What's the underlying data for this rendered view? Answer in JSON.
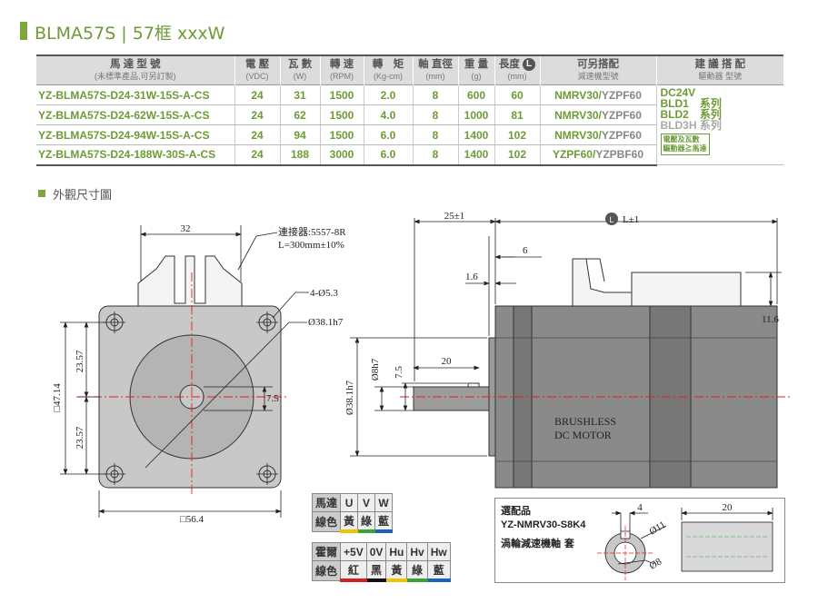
{
  "page": {
    "title": "BLMA57S | 57框 xxxW"
  },
  "spec_table": {
    "headers": [
      {
        "main": "馬 達 型 號",
        "sub": "(未標準產品,可另訂製)"
      },
      {
        "main": "電 壓",
        "sub": "(VDC)"
      },
      {
        "main": "瓦 數",
        "sub": "(W)"
      },
      {
        "main": "轉 速",
        "sub": "(RPM)"
      },
      {
        "main": "轉　矩",
        "sub": "(Kg-cm)"
      },
      {
        "main": "軸 直徑",
        "sub": "(mm)"
      },
      {
        "main": "重 量",
        "sub": "(g)"
      },
      {
        "main": "長度",
        "sub": "(mm)",
        "badge": "L"
      },
      {
        "main": "可另搭配",
        "sub": "減速機型號"
      },
      {
        "main": "建 議 搭 配",
        "sub": "驅動器 型號"
      }
    ],
    "rows": [
      {
        "model": "YZ-BLMA57S-D24-31W-15S-A-CS",
        "voltage": "24",
        "watt": "31",
        "rpm": "1500",
        "torque": "2.0",
        "shaft": "8",
        "weight": "600",
        "length": "60",
        "reducer_a": "NMRV30",
        "reducer_b": "YZPF60"
      },
      {
        "model": "YZ-BLMA57S-D24-62W-15S-A-CS",
        "voltage": "24",
        "watt": "62",
        "rpm": "1500",
        "torque": "4.0",
        "shaft": "8",
        "weight": "1000",
        "length": "81",
        "reducer_a": "NMRV30",
        "reducer_b": "YZPF60"
      },
      {
        "model": "YZ-BLMA57S-D24-94W-15S-A-CS",
        "voltage": "24",
        "watt": "94",
        "rpm": "1500",
        "torque": "6.0",
        "shaft": "8",
        "weight": "1400",
        "length": "102",
        "reducer_a": "NMRV30",
        "reducer_b": "YZPF60"
      },
      {
        "model": "YZ-BLMA57S-D24-188W-30S-A-CS",
        "voltage": "24",
        "watt": "188",
        "rpm": "3000",
        "torque": "6.0",
        "shaft": "8",
        "weight": "1400",
        "length": "102",
        "reducer_a": "YZPF60",
        "reducer_b": "YZPBF60"
      }
    ],
    "recommend": {
      "line1": "DC24V",
      "line2": "BLD1　系列",
      "line3": "BLD2　系列",
      "line4": "BLD3H 系列",
      "note1": "電壓及瓦數",
      "note2": "驅動器≧馬達"
    }
  },
  "section": {
    "title": "外觀尺寸圖"
  },
  "drawing": {
    "front": {
      "dim_top": "32",
      "connector_1": "連接器:5557-8R",
      "connector_2": "L=300mm±10%",
      "holes": "4-Ø5.3",
      "pilot": "Ø38.1h7",
      "half_1": "23.57",
      "half_2": "23.57",
      "pcd": "□47.14",
      "flat": "7.5",
      "width": "□56.4"
    },
    "side": {
      "shaft_len": "25±1",
      "body_len": "L±1",
      "body_len_badge": "L",
      "pilot_len": "6",
      "flange": "1.6",
      "cable_h": "11.6",
      "key_len": "20",
      "shaft_dia": "Ø8h7",
      "key_h": "7.5",
      "pilot_dia": "Ø38.1h7",
      "label_1": "BRUSHLESS",
      "label_2": "DC MOTOR"
    }
  },
  "wire_motor": {
    "label": "馬達",
    "color_label": "線色",
    "cols": [
      {
        "name": "U",
        "color": "黃"
      },
      {
        "name": "V",
        "color": "綠"
      },
      {
        "name": "W",
        "color": "藍"
      }
    ]
  },
  "wire_hall": {
    "label": "霍爾",
    "color_label": "線色",
    "cols": [
      {
        "name": "+5V",
        "color": "紅"
      },
      {
        "name": "0V",
        "color": "黑"
      },
      {
        "name": "Hu",
        "color": "黃"
      },
      {
        "name": "Hv",
        "color": "綠"
      },
      {
        "name": "Hw",
        "color": "藍"
      }
    ]
  },
  "option": {
    "title": "選配品",
    "model": "YZ-NMRV30-S8K4",
    "desc": "渦輪減速機軸 套",
    "dim_key": "4",
    "dim_len": "20",
    "dim_outer": "Ø11",
    "dim_inner": "Ø8"
  },
  "colors": {
    "accent": "#6d9b35",
    "header_bg": "#dcdcdc",
    "motor_body": "#8a8a8a"
  }
}
